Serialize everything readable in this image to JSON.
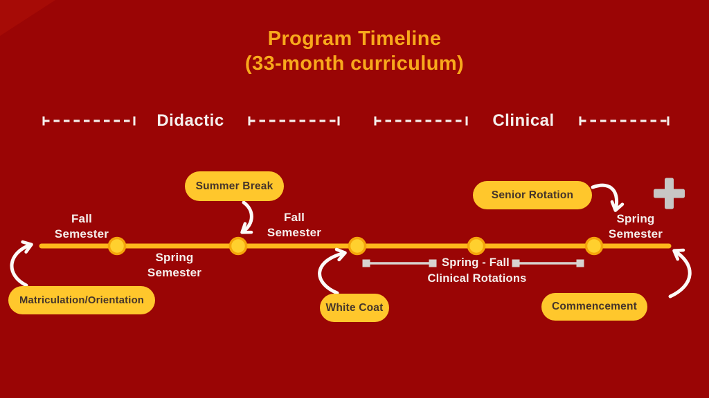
{
  "title": {
    "line1": "Program Timeline",
    "line2": "(33-month curriculum)"
  },
  "phases": {
    "didactic": "Didactic",
    "clinical": "Clinical"
  },
  "milestone_labels": {
    "fall1": {
      "line1": "Fall",
      "line2": "Semester"
    },
    "spring1": {
      "line1": "Spring",
      "line2": "Semester"
    },
    "fall2": {
      "line1": "Fall",
      "line2": "Semester"
    },
    "spring2": {
      "line1": "Spring",
      "line2": "Semester"
    }
  },
  "pills": {
    "matriculation": "Matriculation/Orientation",
    "summer_break": "Summer Break",
    "white_coat": "White Coat",
    "senior_rotation": "Senior Rotation",
    "commencement": "Commencement"
  },
  "rotations_bracket": {
    "line1": "Spring - Fall",
    "line2": "Clinical Rotations"
  },
  "icons": {
    "plus_icon": "+"
  },
  "annotations": [
    {
      "label": "Matriculation/Orientation",
      "points_to": "timeline-start"
    },
    {
      "label": "Summer Break",
      "points_to": "dot-2"
    },
    {
      "label": "White Coat",
      "points_to": "dot-3"
    },
    {
      "label": "Senior Rotation",
      "points_to": "final-spring-semester"
    },
    {
      "label": "Commencement",
      "points_to": "timeline-end"
    }
  ],
  "timeline": {
    "dot_count": 5
  },
  "colors": {
    "background": "#9A0505",
    "background_accent": "#A60B06",
    "title_gold": "#F8A91C",
    "label_white": "#F5EFEC",
    "pill_yellow": "#FFC72C",
    "pill_text": "#45342A",
    "line_gold": "#FFB81C",
    "dot_yellow": "#FFD02E",
    "dot_ring": "#F5A50B",
    "bracket_gray": "#D8D3D0",
    "plus_gray": "#C8C7C5",
    "arrow_white": "#FCFAF8"
  }
}
